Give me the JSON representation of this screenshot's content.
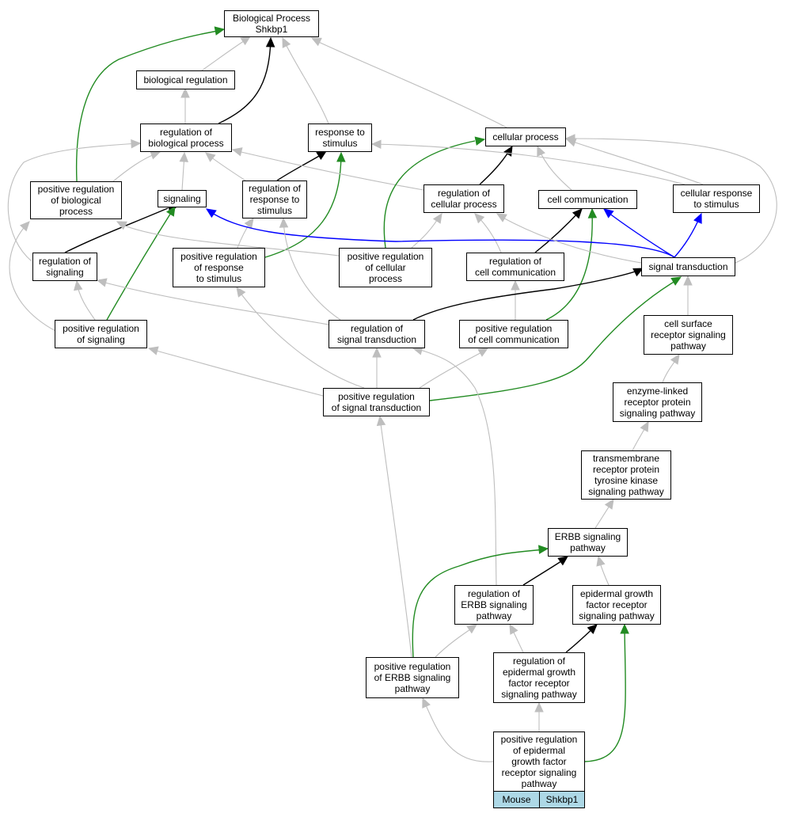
{
  "diagram": {
    "type": "GO term graph",
    "colors": {
      "is_a": "#bebebe",
      "regulates": "#000000",
      "positively_regulates": "#228b22",
      "part_of": "#0000ff"
    },
    "nodes": [
      {
        "id": "bp",
        "label": "Biological Process\nShkbp1"
      },
      {
        "id": "biolreg",
        "label": "biological regulation"
      },
      {
        "id": "regbp",
        "label": "regulation of\nbiological process"
      },
      {
        "id": "resp",
        "label": "response to\nstimulus"
      },
      {
        "id": "cellproc",
        "label": "cellular process"
      },
      {
        "id": "posregbp",
        "label": "positive regulation\nof biological\nprocess"
      },
      {
        "id": "signaling",
        "label": "signaling"
      },
      {
        "id": "regresp",
        "label": "regulation of\nresponse to\nstimulus"
      },
      {
        "id": "regcellproc",
        "label": "regulation of\ncellular process"
      },
      {
        "id": "cellcomm",
        "label": "cell communication"
      },
      {
        "id": "cellresp",
        "label": "cellular response\nto stimulus"
      },
      {
        "id": "regsig",
        "label": "regulation of\nsignaling"
      },
      {
        "id": "posregresp",
        "label": "positive regulation\nof response\nto stimulus"
      },
      {
        "id": "posregcellproc",
        "label": "positive regulation\nof cellular\nprocess"
      },
      {
        "id": "regcellcomm",
        "label": "regulation of\ncell communication"
      },
      {
        "id": "sigtrans",
        "label": "signal transduction"
      },
      {
        "id": "posregsig",
        "label": "positive regulation\nof signaling"
      },
      {
        "id": "regsigtrans",
        "label": "regulation of\nsignal transduction"
      },
      {
        "id": "posregcellcomm",
        "label": "positive regulation\nof cell communication"
      },
      {
        "id": "cellsurf",
        "label": "cell surface\nreceptor signaling\npathway"
      },
      {
        "id": "posregsigtrans",
        "label": "positive regulation\nof signal transduction"
      },
      {
        "id": "enzlinked",
        "label": "enzyme-linked\nreceptor protein\nsignaling pathway"
      },
      {
        "id": "rtk",
        "label": "transmembrane\nreceptor protein\ntyrosine kinase\nsignaling pathway"
      },
      {
        "id": "erbb",
        "label": "ERBB signaling\npathway"
      },
      {
        "id": "regerbb",
        "label": "regulation of\nERBB signaling\npathway"
      },
      {
        "id": "egfr",
        "label": "epidermal growth\nfactor receptor\nsignaling pathway"
      },
      {
        "id": "posregerbb",
        "label": "positive regulation\nof ERBB signaling\npathway"
      },
      {
        "id": "regegfr",
        "label": "regulation of\nepidermal growth\nfactor receptor\nsignaling pathway"
      },
      {
        "id": "posregegfr",
        "label": "positive regulation\nof epidermal\ngrowth factor\nreceptor signaling\npathway"
      }
    ],
    "footer": {
      "species": "Mouse",
      "gene": "Shkbp1"
    },
    "edges": [
      {
        "from": "biolreg",
        "to": "bp",
        "type": "is_a"
      },
      {
        "from": "regbp",
        "to": "biolreg",
        "type": "is_a"
      },
      {
        "from": "regbp",
        "to": "bp",
        "type": "regulates"
      },
      {
        "from": "posregbp",
        "to": "bp",
        "type": "positively_regulates"
      },
      {
        "from": "resp",
        "to": "bp",
        "type": "is_a"
      },
      {
        "from": "cellproc",
        "to": "bp",
        "type": "is_a"
      },
      {
        "from": "posregbp",
        "to": "regbp",
        "type": "is_a"
      },
      {
        "from": "signaling",
        "to": "regbp",
        "type": "is_a"
      },
      {
        "from": "regresp",
        "to": "regbp",
        "type": "is_a"
      },
      {
        "from": "regresp",
        "to": "resp",
        "type": "regulates"
      },
      {
        "from": "posregresp",
        "to": "resp",
        "type": "positively_regulates"
      },
      {
        "from": "regcellproc",
        "to": "regbp",
        "type": "is_a"
      },
      {
        "from": "regcellproc",
        "to": "cellproc",
        "type": "regulates"
      },
      {
        "from": "posregcellproc",
        "to": "cellproc",
        "type": "positively_regulates"
      },
      {
        "from": "cellcomm",
        "to": "cellproc",
        "type": "is_a"
      },
      {
        "from": "cellresp",
        "to": "cellproc",
        "type": "is_a"
      },
      {
        "from": "cellresp",
        "to": "resp",
        "type": "is_a"
      },
      {
        "from": "regsig",
        "to": "regbp",
        "type": "is_a"
      },
      {
        "from": "regsig",
        "to": "signaling",
        "type": "regulates"
      },
      {
        "from": "posregsig",
        "to": "signaling",
        "type": "positively_regulates"
      },
      {
        "from": "posregsig",
        "to": "regsig",
        "type": "is_a"
      },
      {
        "from": "posregsig",
        "to": "posregbp",
        "type": "is_a"
      },
      {
        "from": "posregresp",
        "to": "regresp",
        "type": "is_a"
      },
      {
        "from": "posregcellproc",
        "to": "posregbp",
        "type": "is_a"
      },
      {
        "from": "posregcellproc",
        "to": "regcellproc",
        "type": "is_a"
      },
      {
        "from": "regcellcomm",
        "to": "regcellproc",
        "type": "is_a"
      },
      {
        "from": "regcellcomm",
        "to": "cellcomm",
        "type": "regulates"
      },
      {
        "from": "posregcellcomm",
        "to": "cellcomm",
        "type": "positively_regulates"
      },
      {
        "from": "posregcellcomm",
        "to": "regcellcomm",
        "type": "is_a"
      },
      {
        "from": "sigtrans",
        "to": "signaling",
        "type": "part_of"
      },
      {
        "from": "sigtrans",
        "to": "cellcomm",
        "type": "part_of"
      },
      {
        "from": "sigtrans",
        "to": "cellresp",
        "type": "part_of"
      },
      {
        "from": "sigtrans",
        "to": "regcellproc",
        "type": "is_a"
      },
      {
        "from": "sigtrans",
        "to": "cellproc",
        "type": "is_a"
      },
      {
        "from": "regsigtrans",
        "to": "regsig",
        "type": "is_a"
      },
      {
        "from": "regsigtrans",
        "to": "regresp",
        "type": "is_a"
      },
      {
        "from": "regsigtrans",
        "to": "sigtrans",
        "type": "regulates"
      },
      {
        "from": "posregsigtrans",
        "to": "posregsig",
        "type": "is_a"
      },
      {
        "from": "posregsigtrans",
        "to": "posregresp",
        "type": "is_a"
      },
      {
        "from": "posregsigtrans",
        "to": "regsigtrans",
        "type": "is_a"
      },
      {
        "from": "posregsigtrans",
        "to": "posregcellcomm",
        "type": "is_a"
      },
      {
        "from": "posregsigtrans",
        "to": "sigtrans",
        "type": "positively_regulates"
      },
      {
        "from": "cellsurf",
        "to": "sigtrans",
        "type": "is_a"
      },
      {
        "from": "enzlinked",
        "to": "cellsurf",
        "type": "is_a"
      },
      {
        "from": "rtk",
        "to": "enzlinked",
        "type": "is_a"
      },
      {
        "from": "erbb",
        "to": "rtk",
        "type": "is_a"
      },
      {
        "from": "regerbb",
        "to": "erbb",
        "type": "regulates"
      },
      {
        "from": "regerbb",
        "to": "regsigtrans",
        "type": "is_a"
      },
      {
        "from": "egfr",
        "to": "erbb",
        "type": "is_a"
      },
      {
        "from": "posregerbb",
        "to": "regerbb",
        "type": "is_a"
      },
      {
        "from": "posregerbb",
        "to": "erbb",
        "type": "positively_regulates"
      },
      {
        "from": "posregerbb",
        "to": "posregsigtrans",
        "type": "is_a"
      },
      {
        "from": "regegfr",
        "to": "regerbb",
        "type": "is_a"
      },
      {
        "from": "regegfr",
        "to": "egfr",
        "type": "regulates"
      },
      {
        "from": "posregegfr",
        "to": "regegfr",
        "type": "is_a"
      },
      {
        "from": "posregegfr",
        "to": "posregerbb",
        "type": "is_a"
      },
      {
        "from": "posregegfr",
        "to": "egfr",
        "type": "positively_regulates"
      }
    ]
  }
}
